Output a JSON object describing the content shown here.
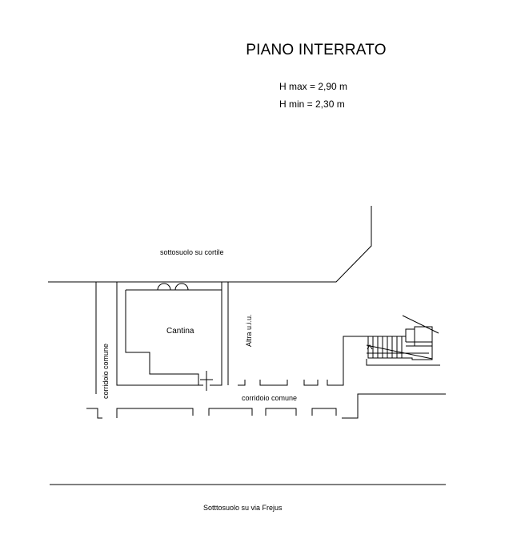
{
  "header": {
    "title": "PIANO INTERRATO",
    "h_max": "H max = 2,90 m",
    "h_min": "H min = 2,30 m"
  },
  "labels": {
    "sottosuolo_cortile": "sottosuolo  su  cortile",
    "cantina": "Cantina",
    "corridoio_comune_vertical": "corridoio  comune",
    "altra_uiu": "Altra u.i.u.",
    "corridoio_comune_horizontal": "corridoio    comune",
    "sottosuolo_via": "Sotttosuolo su  via  Frejus"
  }
}
